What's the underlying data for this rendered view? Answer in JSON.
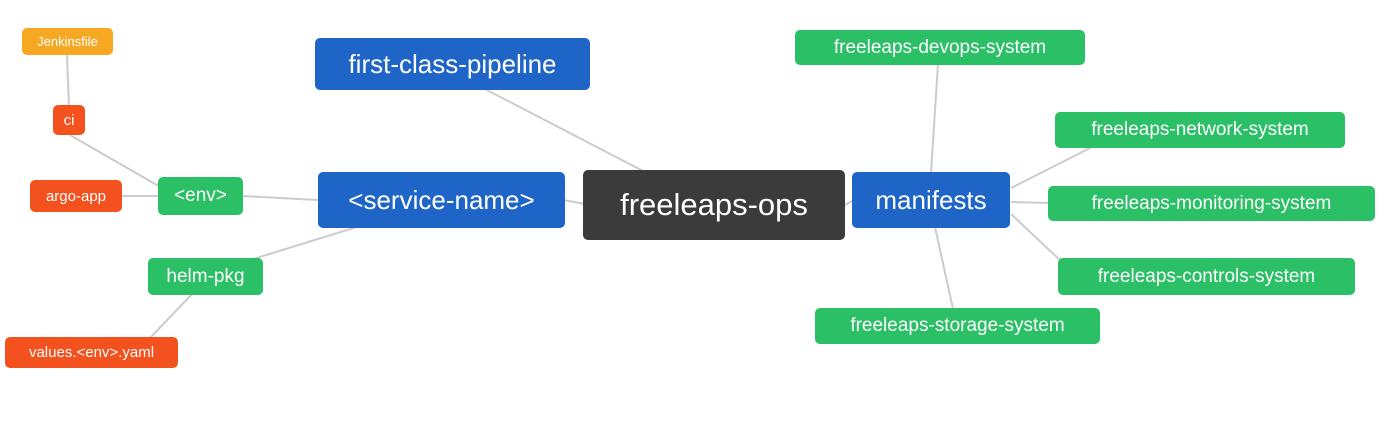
{
  "diagram": {
    "type": "mindmap",
    "nodes": {
      "root": {
        "label": "freeleaps-ops"
      },
      "first_class_pipeline": {
        "label": "first-class-pipeline"
      },
      "service_name": {
        "label": "<service-name>"
      },
      "env": {
        "label": "<env>"
      },
      "ci": {
        "label": "ci"
      },
      "jenkinsfile": {
        "label": "Jenkinsfile"
      },
      "argo_app": {
        "label": "argo-app"
      },
      "helm_pkg": {
        "label": "helm-pkg"
      },
      "values_env_yaml": {
        "label": "values.<env>.yaml"
      },
      "manifests": {
        "label": "manifests"
      },
      "devops_system": {
        "label": "freeleaps-devops-system"
      },
      "network_system": {
        "label": "freeleaps-network-system"
      },
      "monitoring_system": {
        "label": "freeleaps-monitoring-system"
      },
      "controls_system": {
        "label": "freeleaps-controls-system"
      },
      "storage_system": {
        "label": "freeleaps-storage-system"
      }
    },
    "edges": [
      {
        "from": "jenkinsfile",
        "to": "ci"
      },
      {
        "from": "ci",
        "to": "env"
      },
      {
        "from": "argo_app",
        "to": "env"
      },
      {
        "from": "env",
        "to": "service_name"
      },
      {
        "from": "helm_pkg",
        "to": "service_name"
      },
      {
        "from": "values_env_yaml",
        "to": "helm_pkg"
      },
      {
        "from": "service_name",
        "to": "root"
      },
      {
        "from": "first_class_pipeline",
        "to": "root"
      },
      {
        "from": "root",
        "to": "manifests"
      },
      {
        "from": "manifests",
        "to": "devops_system"
      },
      {
        "from": "manifests",
        "to": "network_system"
      },
      {
        "from": "manifests",
        "to": "monitoring_system"
      },
      {
        "from": "manifests",
        "to": "controls_system"
      },
      {
        "from": "manifests",
        "to": "storage_system"
      }
    ]
  },
  "colors": {
    "root_bg": "#3b3b3b",
    "blue": "#1f65c7",
    "green": "#2bc066",
    "red": "#f3511e",
    "amber": "#f7a823",
    "edge": "#cccccc"
  }
}
